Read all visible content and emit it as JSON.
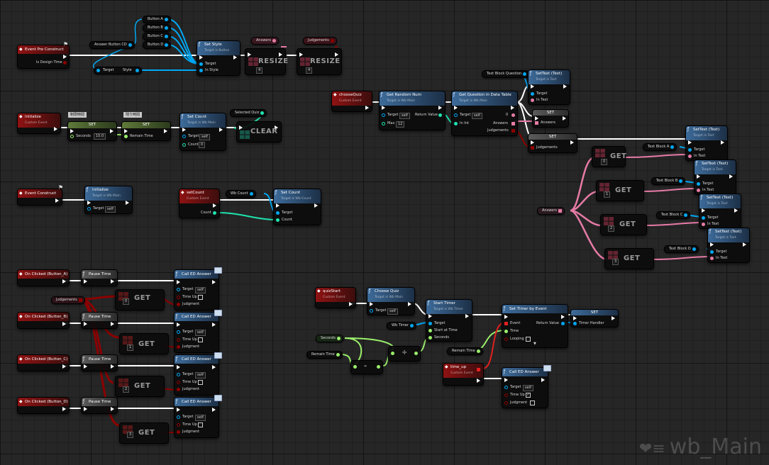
{
  "blueprint": {
    "name": "wb_Main",
    "colors": {
      "exec": "#ffffff",
      "object": "#00a8f4",
      "bool": "#8c0000",
      "float": "#9bf06b",
      "int": "#1fe3af",
      "struct": "#e77ba6",
      "event": "#8f1212"
    }
  },
  "nodes": {
    "event_pre_construct": {
      "title": "Event Pre Construct",
      "pin_is_design_time": "Is Design Time"
    },
    "button_a": "Button A",
    "button_b": "Button B",
    "button_c": "Button C",
    "button_d": "Button D",
    "answer_button_cd": "Answer Button CD",
    "target_style_target": "Target",
    "target_style_style": "Style",
    "set_style": {
      "title": "Set Style",
      "sub": "Target is Button",
      "target": "Target",
      "in_style": "In Style"
    },
    "answers_var_1": "Answers",
    "judgements_var_1": "Judgements",
    "resize_1": {
      "title": "RESIZE",
      "value": "4"
    },
    "resize_2": {
      "title": "RESIZE",
      "value": "4"
    },
    "initialize_event": {
      "title": "initialize",
      "sub": "Custom Event"
    },
    "note_1": "制限時間",
    "note_2": "残り時間",
    "set_seconds": {
      "title": "SET",
      "pin": "Seconds",
      "value": "15.0"
    },
    "set_remain": {
      "title": "SET",
      "pin": "Remain Time"
    },
    "set_count": {
      "title": "Set Count",
      "sub": "Target is Wb Main",
      "target": "Target",
      "target_val": "self",
      "count": "Count",
      "count_val": "0"
    },
    "selected_quiz": "Selected Quiz",
    "clear": {
      "title": "CLEAR"
    },
    "event_construct": {
      "title": "Event Construct"
    },
    "initialize_call": {
      "title": "initialize",
      "sub": "Target is Wb Main",
      "target": "Target",
      "target_val": "self"
    },
    "set_count_event": {
      "title": "setCount",
      "sub": "Custom Event",
      "count": "Count"
    },
    "wb_count": "Wb Count",
    "set_count_2": {
      "title": "Set Count",
      "sub": "Target is Wb Count",
      "target": "Target",
      "count": "Count"
    },
    "choose_quiz_event": {
      "title": "chooseQuiz",
      "sub": "Custom Event"
    },
    "get_random_num": {
      "title": "Get Random Num",
      "sub": "Target is Wb Main",
      "target": "Target",
      "target_val": "self",
      "return_value": "Return Value",
      "max": "Max",
      "max_val": "12"
    },
    "get_question": {
      "title": "Get Question in Data Table",
      "sub": "Target is Wb Main",
      "target": "Target",
      "target_val": "self",
      "in_int": "In Int",
      "zero": "0",
      "answers": "Answers",
      "judgements": "Judgements"
    },
    "text_block_question": "Text Block Question",
    "set_text_q": {
      "title": "SetText (Text)",
      "sub": "Target is Text",
      "target": "Target",
      "in_text": "In Text"
    },
    "set_answers": {
      "title": "SET",
      "pin": "Answers"
    },
    "set_judgements": {
      "title": "SET",
      "pin": "Judgements"
    },
    "text_block_a": "Text Block A",
    "text_block_b": "Text Block B",
    "text_block_c": "Text Block C",
    "text_block_d": "Text Block D",
    "set_text_a": {
      "title": "SetText (Text)",
      "sub": "Target is Text",
      "target": "Target",
      "in_text": "In Text"
    },
    "set_text_b": {
      "title": "SetText (Text)",
      "sub": "Target is Text",
      "target": "Target",
      "in_text": "In Text"
    },
    "set_text_c": {
      "title": "SetText (Text)",
      "sub": "Target is Text",
      "target": "Target",
      "in_text": "In Text"
    },
    "set_text_d": {
      "title": "SetText (Text)",
      "sub": "Target is Text",
      "target": "Target",
      "in_text": "In Text"
    },
    "answers_var_2": "Answers",
    "get_a": {
      "title": "GET",
      "index": "0"
    },
    "get_b": {
      "title": "GET",
      "index": "1"
    },
    "get_c": {
      "title": "GET",
      "index": "2"
    },
    "get_d": {
      "title": "GET",
      "index": "3"
    },
    "on_clicked_a": "On Clicked (Button_A)",
    "on_clicked_b": "On Clicked (Button_B)",
    "on_clicked_c": "On Clicked (Button_C)",
    "on_clicked_d": "On Clicked (Button_D)",
    "pause_time_a": "Pause Time",
    "pause_time_b": "Pause Time",
    "pause_time_c": "Pause Time",
    "pause_time_d": "Pause Time",
    "judgements_var_2": "Judgements",
    "j_get_a": {
      "title": "GET",
      "index": "0"
    },
    "j_get_b": {
      "title": "GET",
      "index": "1"
    },
    "j_get_c": {
      "title": "GET",
      "index": "2"
    },
    "j_get_d": {
      "title": "GET",
      "index": "3"
    },
    "call_ed_answer_a": {
      "title": "Call ED Answer",
      "target": "Target",
      "target_val": "self",
      "time_up": "Time Up",
      "judgment": "Judgment"
    },
    "call_ed_answer_b": {
      "title": "Call ED Answer",
      "target": "Target",
      "target_val": "self",
      "time_up": "Time Up",
      "judgment": "Judgment"
    },
    "call_ed_answer_c": {
      "title": "Call ED Answer",
      "target": "Target",
      "target_val": "self",
      "time_up": "Time Up",
      "judgment": "Judgment"
    },
    "call_ed_answer_d": {
      "title": "Call ED Answer",
      "target": "Target",
      "target_val": "self",
      "time_up": "Time Up",
      "judgment": "Judgment"
    },
    "quiz_start": {
      "title": "quizStart",
      "sub": "Custom Event"
    },
    "choose_quiz_call": {
      "title": "Choose Quiz",
      "sub": "Target is Wb Main",
      "target": "Target",
      "target_val": "self"
    },
    "start_timer": {
      "title": "Start Timer",
      "sub": "Target is Wb Timer",
      "target": "Target",
      "start_at_time": "Start at Time",
      "seconds": "Seconds"
    },
    "wb_timer": "Wb Timer",
    "seconds_var": "Seconds",
    "remain_time_var": "Remain Time",
    "minus": "-",
    "divide": "÷",
    "set_timer_by_event": {
      "title": "Set Timer by Event",
      "event": "Event",
      "time": "Time",
      "looping": "Looping",
      "return_value": "Return Value"
    },
    "remain_time_var_2": "Remain Time",
    "set_timer_handler": {
      "title": "SET",
      "pin": "Timer Handler"
    },
    "time_up_event": {
      "title": "time_up",
      "sub": "Custom Event"
    },
    "call_ed_answer_e": {
      "title": "Call ED Answer",
      "target": "Target",
      "target_val": "self",
      "time_up": "Time Up",
      "judgment": "Judgment"
    }
  }
}
